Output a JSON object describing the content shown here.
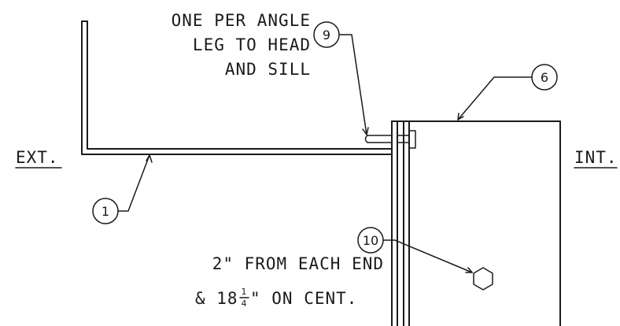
{
  "labels": {
    "ext": "EXT.",
    "int": "INT.",
    "note_top_1": "ONE PER ANGLE",
    "note_top_2": "LEG TO HEAD",
    "note_top_3": "AND SILL",
    "note_bottom_1": "2\" FROM EACH END",
    "note_bottom_2_pre": "& 18",
    "note_bottom_2_frac_num": "1",
    "note_bottom_2_frac_den": "4",
    "note_bottom_2_post": "\" ON CENT."
  },
  "callouts": [
    {
      "id": "callout-1",
      "number": "1"
    },
    {
      "id": "callout-6",
      "number": "6"
    },
    {
      "id": "callout-9",
      "number": "9"
    },
    {
      "id": "callout-10",
      "number": "10"
    }
  ],
  "icons": {
    "hex_bolt": "hexagon-nut-icon"
  }
}
